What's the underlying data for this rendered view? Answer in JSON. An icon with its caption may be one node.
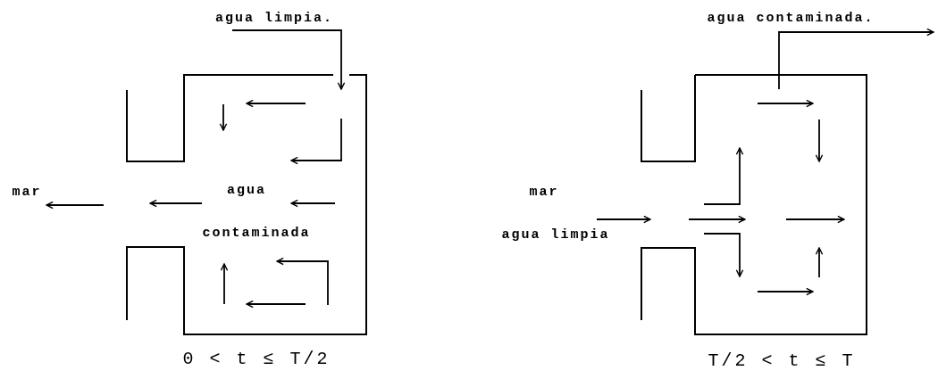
{
  "diagram": {
    "labels": [
      "agua limpia.",
      "agua contaminada.",
      "mar",
      "agua",
      "mar",
      "contaminada",
      "agua limpia",
      "0 < t ≤ T/2",
      "T/2 < t ≤ T"
    ]
  }
}
